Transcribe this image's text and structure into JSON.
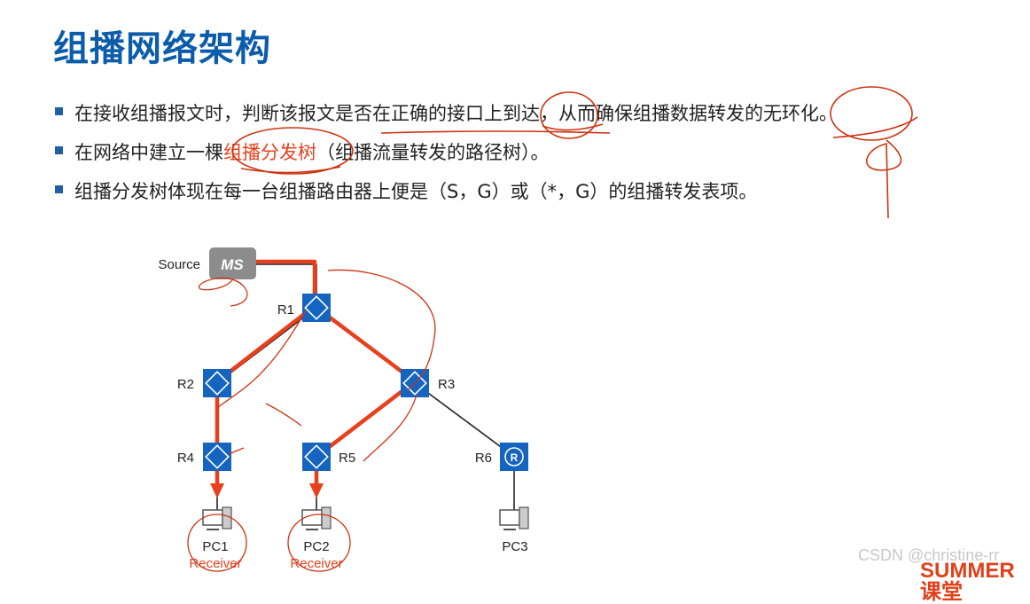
{
  "title": "组播网络架构",
  "bullets": [
    {
      "pre": "在接收组播报文时，判断该报文是否在正确的接口上到达，从而确保组播数据转发的无环化。",
      "hl": "",
      "post": ""
    },
    {
      "pre": "在网络中建立一棵",
      "hl": "组播分发树",
      "post": "（组播流量转发的路径树）。"
    },
    {
      "pre": "组播分发树体现在每一台组播路由器上便是（S，G）或（*，G）的组播转发表项。",
      "hl": "",
      "post": ""
    }
  ],
  "diagram": {
    "source_label": "Source",
    "source_badge": "MS",
    "routers": [
      "R1",
      "R2",
      "R3",
      "R4",
      "R5",
      "R6"
    ],
    "pcs": [
      "PC1",
      "PC2",
      "PC3"
    ],
    "receiver_label": "Receiver"
  },
  "colors": {
    "title": "#0b5cab",
    "router": "#1565c0",
    "tree": "#e8401c",
    "annotation": "#cc3311"
  },
  "watermark": "CSDN @christine-rr",
  "brand": "SUMMER课堂"
}
